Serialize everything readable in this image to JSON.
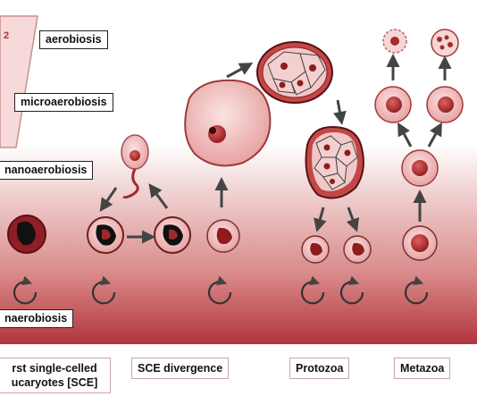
{
  "oxygen_zones": {
    "top_number": "2",
    "aerobiosis": "aerobiosis",
    "microaerobiosis": "microaerobiosis",
    "nanoaerobiosis": "nanoaerobiosis",
    "anaerobiosis": "naerobiosis"
  },
  "stages": {
    "first_sce": [
      "rst single-celled",
      "ucaryotes [SCE]"
    ],
    "sce_divergence": "SCE divergence",
    "protozoa": "Protozoa",
    "metazoa": "Metazoa"
  },
  "colors": {
    "gradient_top": "#ffffff",
    "gradient_bottom": "#b2353d",
    "cell_fill": "#f2c4c4",
    "nucleus": "#c0392b",
    "dark_nucleus": "#111111",
    "arrow": "#444444"
  }
}
